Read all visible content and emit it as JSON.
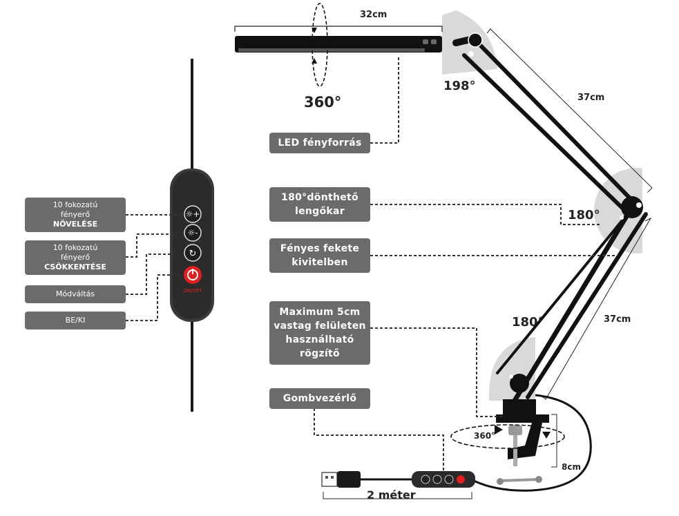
{
  "dimensions": {
    "head_length": "32cm",
    "arm_upper": "37cm",
    "arm_lower": "37cm",
    "clamp_height": "8cm",
    "cable_length": "2 méter"
  },
  "angles": {
    "head_rotation": "360°",
    "head_joint": "198°",
    "elbow_joint": "180°",
    "base_joint": "180°",
    "base_rotation": "360°"
  },
  "callouts": {
    "led": "LED fényforrás",
    "arm_line1": "180°dönthető",
    "arm_line2": "lengőkar",
    "finish_line1": "Fényes fekete",
    "finish_line2": "kivitelben",
    "clamp_line1": "Maximum 5cm",
    "clamp_line2": "vastag felületen",
    "clamp_line3": "használható",
    "clamp_line4": "rögzítő",
    "controller": "Gombvezérlő"
  },
  "controls": {
    "increase_line1": "10 fokozatú",
    "increase_line2": "fényerő",
    "increase_line3": "NÖVELÉSE",
    "decrease_line1": "10 fokozatú",
    "decrease_line2": "fényerő",
    "decrease_line3": "CSÖKKENTÉSE",
    "mode": "Módváltás",
    "power": "BE/KI",
    "onoff_text": "ON/OFF"
  },
  "colors": {
    "label_bg": "#6b6b6b",
    "power_red": "#e02020",
    "joint_shade": "#d9d9d9",
    "lamp_black": "#111111"
  }
}
